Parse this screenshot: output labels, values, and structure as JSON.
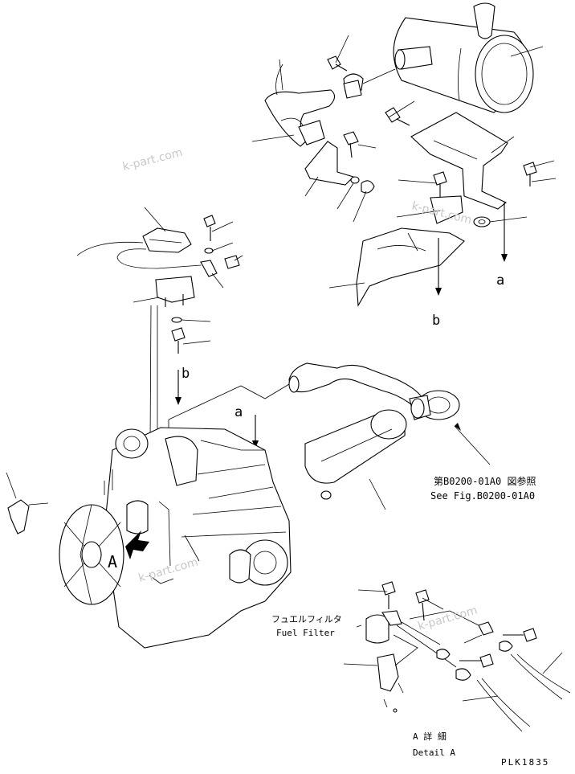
{
  "labels": {
    "ref_ja": "第B0200-01A0 図参照",
    "ref_en": "See Fig.B0200-01A0",
    "fuel_filter_ja": "フュエルフィルタ",
    "fuel_filter_en": "Fuel Filter",
    "detail_ja": "A 詳 細",
    "detail_en": "Detail A",
    "callout_a_upper": "a",
    "callout_b_upper": "b",
    "callout_a_lower": "a",
    "callout_b_lower": "b",
    "view_arrow": "A",
    "drawing_id": "PLK1835"
  },
  "watermarks": [
    "k-part.com",
    "k-part.com",
    "k-part.com",
    "k-part.com"
  ]
}
